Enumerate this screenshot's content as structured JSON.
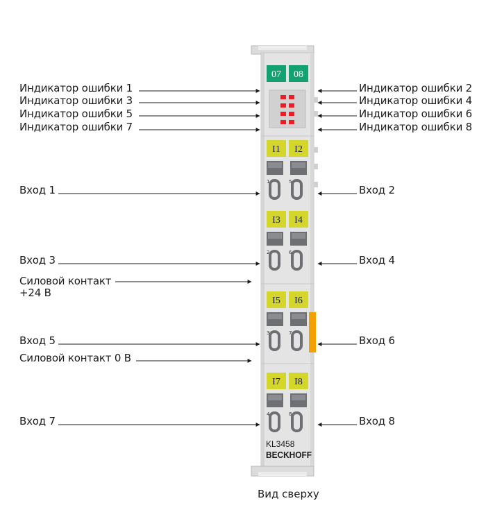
{
  "left_labels": [
    "Индикатор ошибки 1",
    "Индикатор ошибки 3",
    "Индикатор ошибки 5",
    "Индикатор ошибки 7",
    "Вход 1",
    "Вход 3",
    "Силовой контакт\n+24 В",
    "Вход 5",
    "Силовой контакт 0 В",
    "Вход 7"
  ],
  "right_labels": [
    "Индикатор ошибки 2",
    "Индикатор ошибки 4",
    "Индикатор ошибки 6",
    "Индикатор ошибки 8",
    "Вход 2",
    "Вход 4",
    "Вход 6",
    "Вход 8"
  ],
  "terminal": {
    "led_labels": [
      "07",
      "08"
    ],
    "channel_labels": [
      [
        "I1",
        "I2"
      ],
      [
        "I3",
        "I4"
      ],
      [
        "I5",
        "I6"
      ],
      [
        "I7",
        "I8"
      ]
    ],
    "contact_numbers": [
      [
        "1",
        "5"
      ],
      [
        "2",
        "6"
      ],
      [
        "3",
        "7"
      ],
      [
        "4",
        "8"
      ]
    ],
    "model": "KL3458",
    "brand": "BECKHOFF"
  },
  "caption": "Вид сверху",
  "colors": {
    "body": "#e3e4e3",
    "led_green": "#12a271",
    "channel_yellow": "#d4d62b",
    "error_led_red": "#ee1c24",
    "contact_dark": "#6d6f72",
    "orange_latch": "#f2a100",
    "line": "#1b1b1b"
  }
}
